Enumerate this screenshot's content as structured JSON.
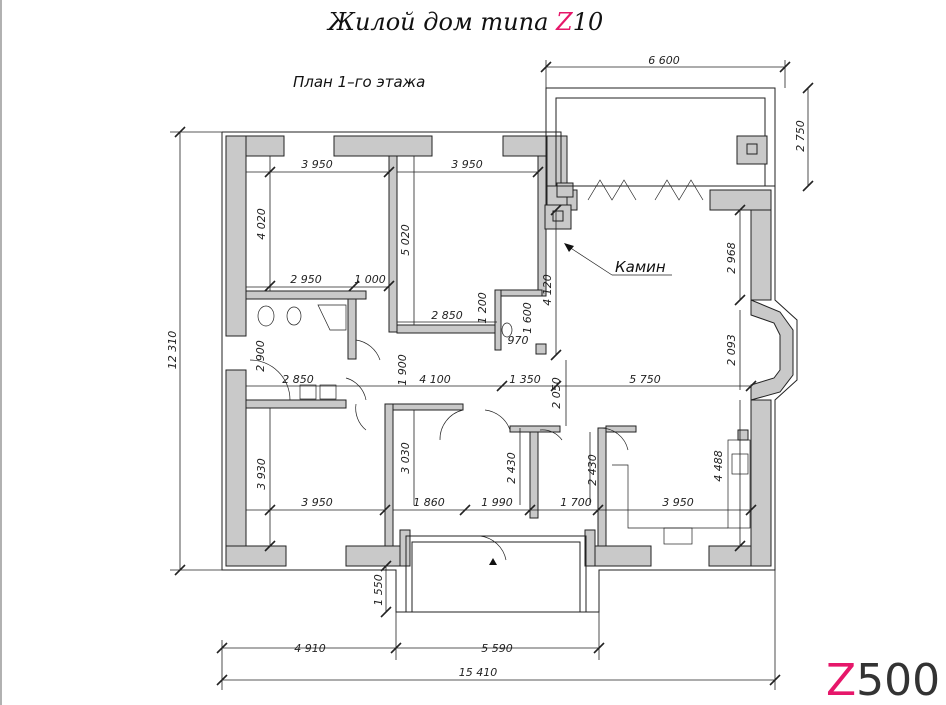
{
  "title": {
    "prefix": "Жилой дом типа ",
    "accent": "Z",
    "suffix": "10",
    "accent_color": "#e6176a"
  },
  "subtitle": "План 1–го этажа",
  "room_label_fireplace": "Камин",
  "brand": {
    "accent": "Z",
    "rest": "500",
    "accent_color": "#e6176a",
    "rest_color": "#333333"
  },
  "dimensions": {
    "total_width": "15 410",
    "total_height": "12 310",
    "bottom_left": "4 910",
    "bottom_right": "5 590",
    "terrace_width": "6 600",
    "terrace_depth": "2 750",
    "porch_depth": "1 550",
    "room_widths": [
      "3 950",
      "3 950",
      "2 950",
      "1 000",
      "2 850",
      "2 850",
      "4 100",
      "1 350",
      "5 750",
      "3 950",
      "1 860",
      "1 990",
      "1 700",
      "3 950"
    ],
    "room_heights": [
      "4 020",
      "5 020",
      "4 120",
      "2 968",
      "2 093",
      "1 200",
      "1 600",
      "970",
      "1 900",
      "2 900",
      "2 050",
      "3 930",
      "3 030",
      "2 430",
      "2 430",
      "4 488"
    ]
  }
}
